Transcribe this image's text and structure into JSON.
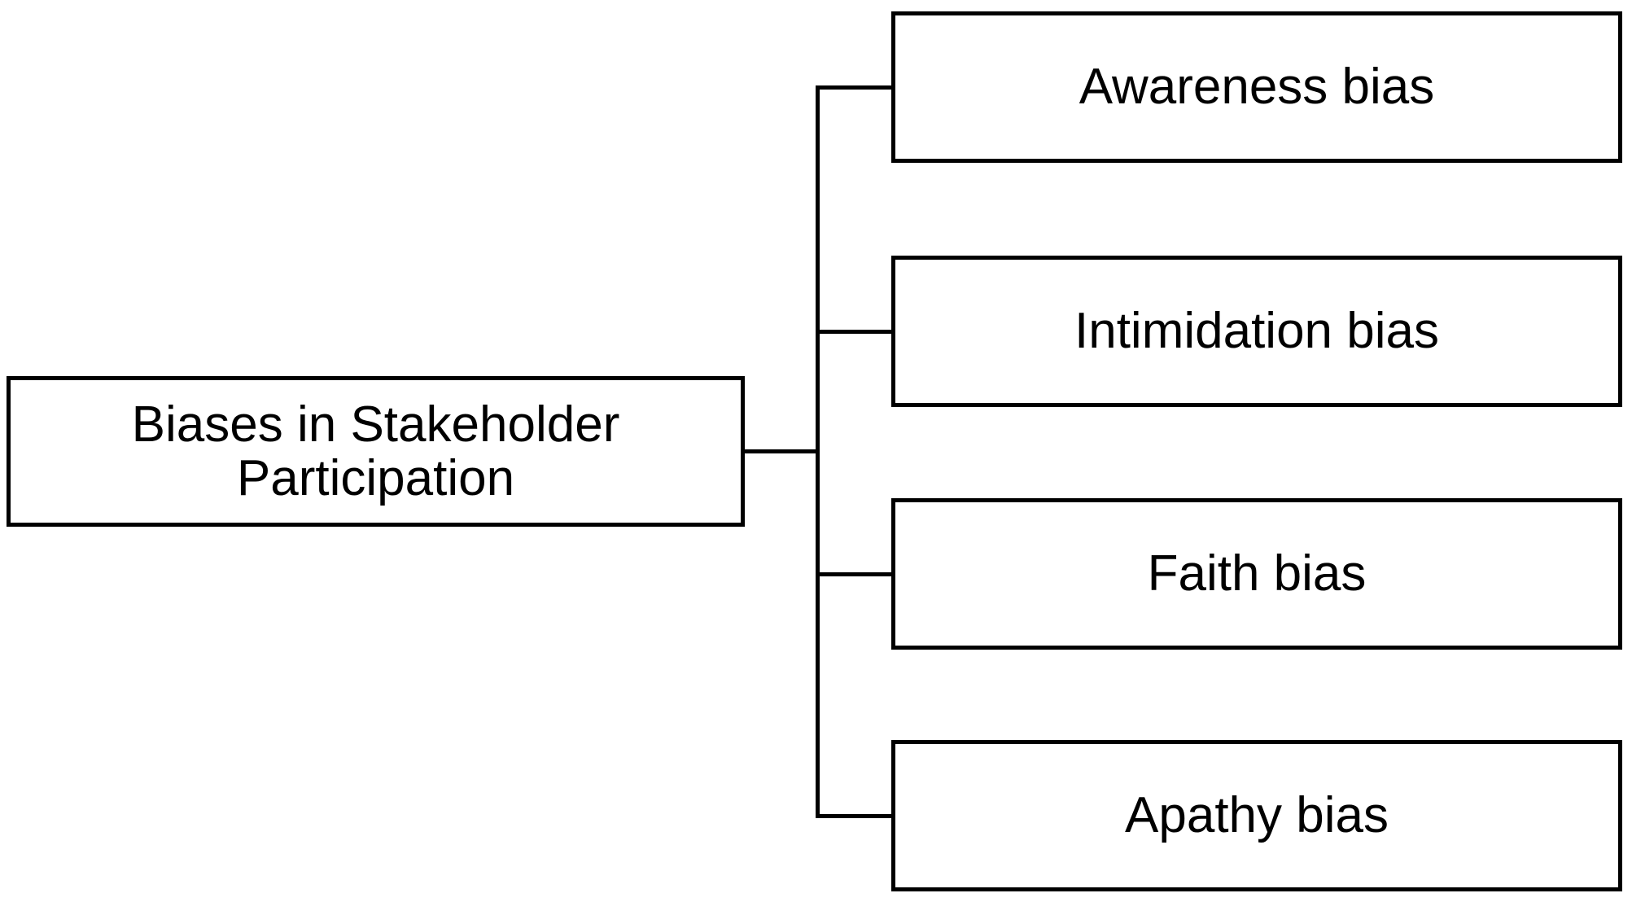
{
  "diagram": {
    "type": "tree",
    "title": "Biases in Stakeholder Participation",
    "root": {
      "label": "Biases in Stakeholder Participation"
    },
    "children": [
      {
        "label": "Awareness bias"
      },
      {
        "label": "Intimidation bias"
      },
      {
        "label": "Faith bias"
      },
      {
        "label": "Apathy bias"
      }
    ],
    "colors": {
      "background": "#ffffff",
      "box_fill": "#ffffff",
      "box_border": "#000000",
      "text": "#000000",
      "connector": "#000000"
    }
  }
}
